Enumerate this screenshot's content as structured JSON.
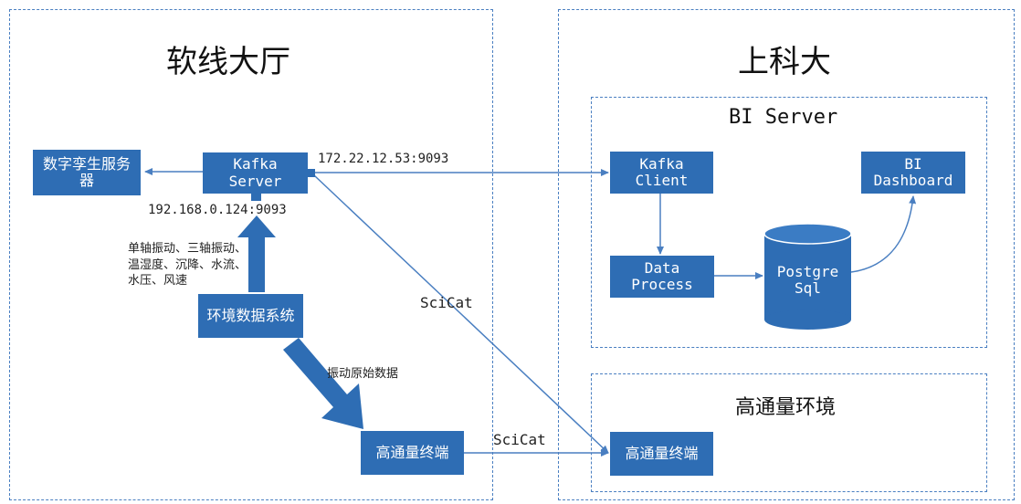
{
  "regions": {
    "left_title": "软线大厅",
    "right_title": "上科大",
    "bi_server_title": "BI Server",
    "hpc_env_title": "高通量环境"
  },
  "nodes": {
    "digital_twin": "数字孪生服务器",
    "kafka_server": "Kafka\nServer",
    "env_data_system": "环境数据系统",
    "hpc_terminal_left": "高通量终端",
    "kafka_client": "Kafka\nClient",
    "bi_dashboard": "BI\nDashboard",
    "data_process": "Data\nProcess",
    "postgresql": "Postgre\nSql",
    "hpc_terminal_right": "高通量终端"
  },
  "edge_labels": {
    "kafka_server_ip": "172.22.12.53:9093",
    "kafka_server_lan_ip": "192.168.0.124:9093",
    "sensor_types": "单轴振动、三轴振动、\n温湿度、沉降、水流、\n水压、风速",
    "vibration_raw": "振动原始数据",
    "scicat_diagonal": "SciCat",
    "scicat_horizontal": "SciCat"
  },
  "colors": {
    "box": "#2e6db4",
    "border": "#4a7fc1",
    "line": "#4a7fc1"
  }
}
